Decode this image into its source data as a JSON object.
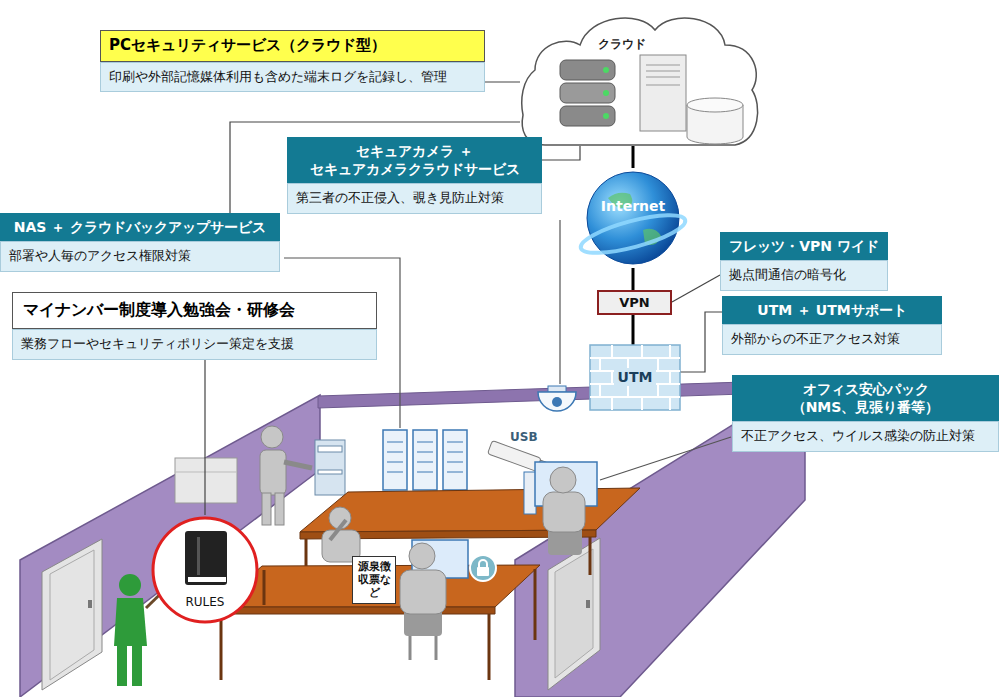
{
  "diagram": {
    "nodes": [
      {
        "text": [
          "PCセキュリティサービス（クラウド型）",
          "印刷や外部記憶媒体利用も含めた端末ログを記録し、管理"
        ]
      },
      {
        "text": [
          "クラウド"
        ]
      },
      {
        "text": [
          "セキュアカメラ ＋ セキュアカメラクラウドサービス",
          "第三者の不正侵入、覗き見防止対策"
        ]
      },
      {
        "text": [
          "Internet"
        ]
      },
      {
        "text": [
          "NAS ＋ クラウドバックアップサービス",
          "部署や人毎のアクセス権限対策"
        ]
      },
      {
        "text": [
          "フレッツ・VPN ワイド",
          "拠点間通信の暗号化"
        ]
      },
      {
        "text": [
          "VPN"
        ]
      },
      {
        "text": [
          "マイナンバー制度導入勉強会・研修会",
          "業務フローやセキュリティポリシー策定を支援"
        ]
      },
      {
        "text": [
          "UTM ＋ UTMサポート",
          "外部からの不正アクセス対策"
        ]
      },
      {
        "text": [
          "UTM"
        ]
      },
      {
        "text": [
          "オフィス安心パック （NMS、見張り番等）",
          "不正アクセス、ウイルス感染の防止対策"
        ]
      },
      {
        "text": [
          "RULES"
        ]
      },
      {
        "text": [
          "源泉徴収票など"
        ]
      }
    ],
    "edges": [
      {
        "from": 0,
        "to": 1,
        "arrow": "none"
      },
      {
        "from": 4,
        "to": 1,
        "arrow": "none"
      },
      {
        "from": 2,
        "to": 1,
        "arrow": "none"
      },
      {
        "from": 1,
        "to": 3,
        "arrow": "none"
      },
      {
        "from": 3,
        "to": 6,
        "arrow": "none"
      },
      {
        "from": 6,
        "to": 9,
        "arrow": "none"
      },
      {
        "from": 5,
        "to": 6,
        "arrow": "none"
      },
      {
        "from": 8,
        "to": 9,
        "arrow": "none"
      },
      {
        "from": 7,
        "to": 11,
        "arrow": "none"
      }
    ],
    "labels": [
      "USB"
    ]
  }
}
